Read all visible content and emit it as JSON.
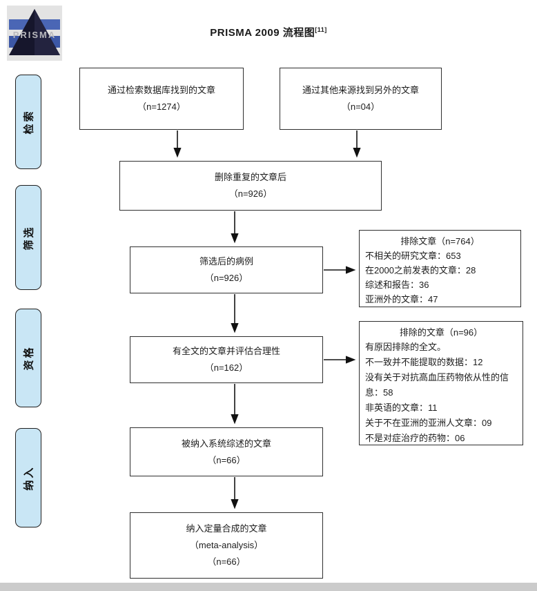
{
  "title": {
    "text": "PRISMA 2009 流程图",
    "superscript": "[11]"
  },
  "logo": {
    "text": "PRISMA"
  },
  "sidebar": {
    "items": [
      {
        "label": "检索"
      },
      {
        "label": "筛选"
      },
      {
        "label": "资格"
      },
      {
        "label": "纳入"
      }
    ]
  },
  "boxes": {
    "found_db": {
      "line1": "通过检索数据库找到的文章",
      "line2": "（n=1274）"
    },
    "found_other": {
      "line1": "通过其他来源找到另外的文章",
      "line2": "（n=04）"
    },
    "dedup": {
      "line1": "删除重复的文章后",
      "line2": "（n=926）"
    },
    "screened": {
      "line1": "筛选后的病例",
      "line2": "（n=926）"
    },
    "fulltext": {
      "line1": "有全文的文章并评估合理性",
      "line2": "（n=162）"
    },
    "included_review": {
      "line1": "被纳入系统综述的文章",
      "line2": "（n=66）"
    },
    "included_meta": {
      "line1": "纳入定量合成的文章",
      "line2": "（meta-analysis）",
      "line3": "（n=66）"
    }
  },
  "exclusion_boxes": [
    {
      "title": "排除文章（n=764）",
      "items": [
        "不相关的研究文章：653",
        "在2000之前发表的文章：28",
        "综述和报告：36",
        "亚洲外的文章：47"
      ]
    },
    {
      "title": "排除的文章（n=96）",
      "items": [
        "有原因排除的全文。",
        "不一致并不能提取的数据：12",
        "没有关于对抗高血压药物依从性的信息：58",
        "非英语的文章：11",
        "关于不在亚洲的亚洲人文章：09",
        "不是对症治疗的药物：06"
      ]
    }
  ],
  "colors": {
    "sidebar_fill": "#c9e6f5",
    "box_border": "#2e2e2e",
    "arrow": "#111111",
    "logo_blue": "#4a66b5",
    "logo_dark": "#1b1b33"
  }
}
